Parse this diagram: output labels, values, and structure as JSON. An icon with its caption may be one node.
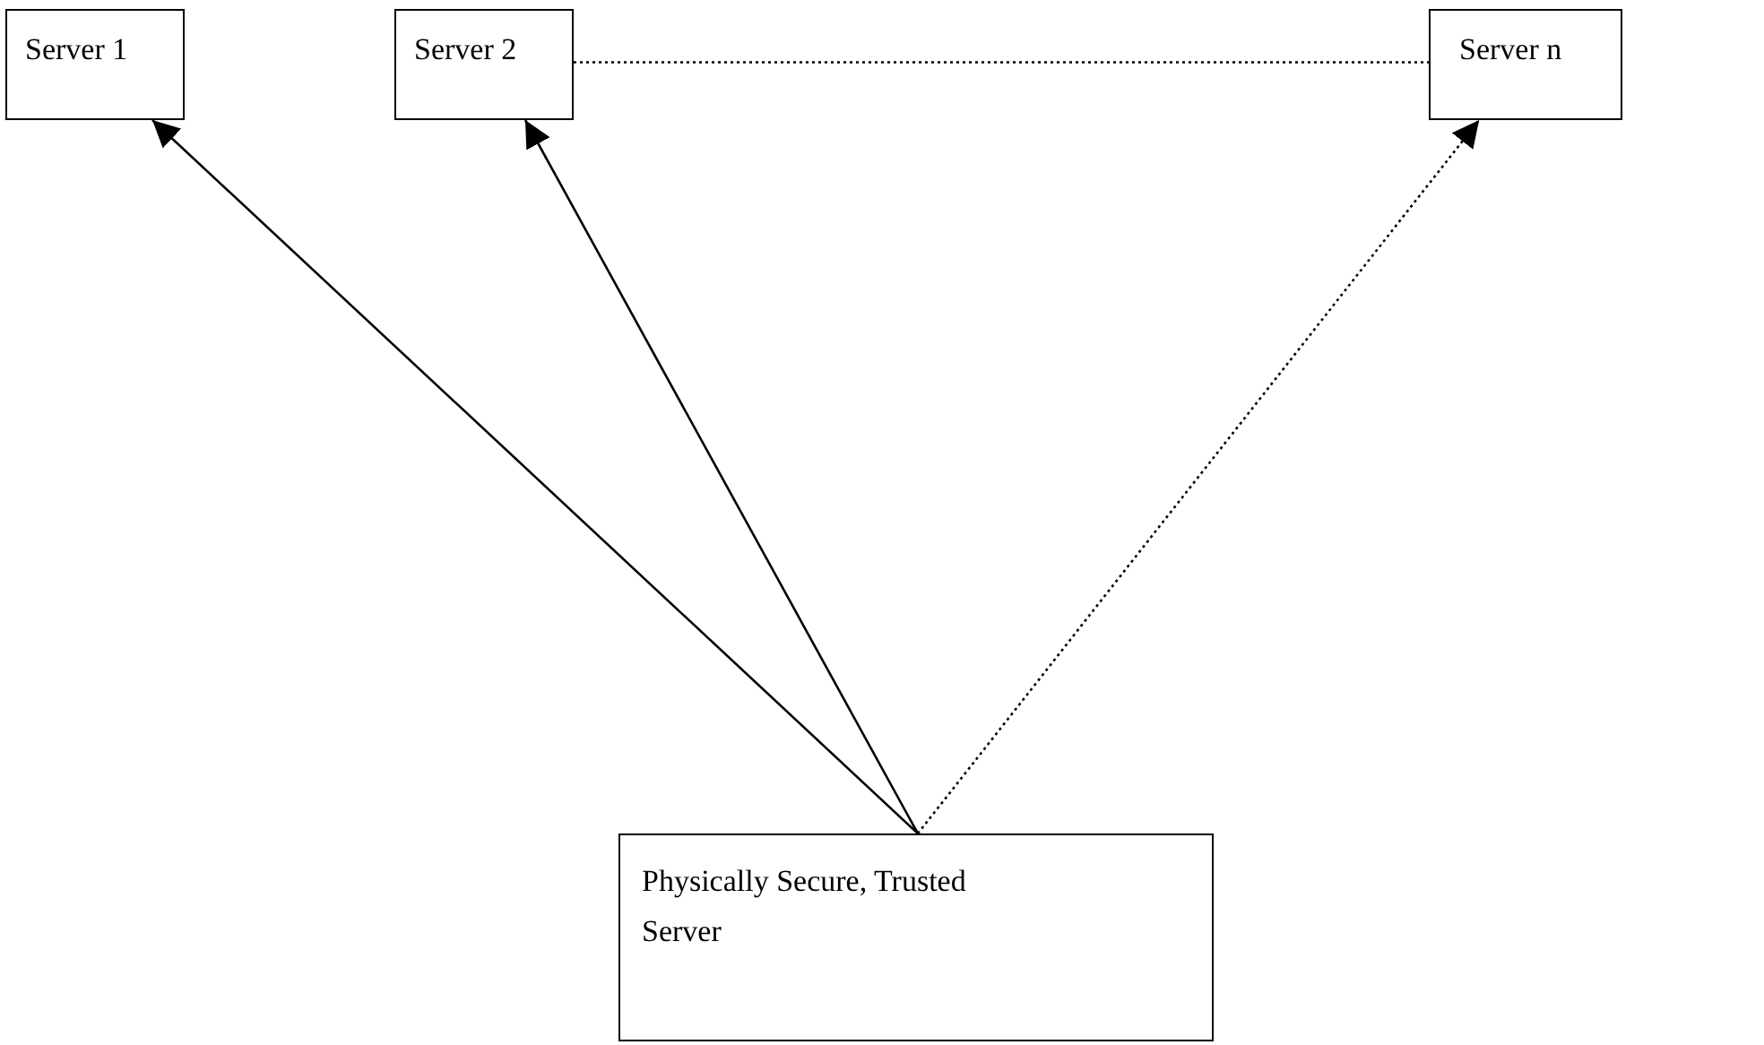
{
  "diagram": {
    "nodes": [
      {
        "text": [
          "Server 1"
        ]
      },
      {
        "text": [
          "Server 2"
        ]
      },
      {
        "text": [
          "Server n"
        ]
      },
      {
        "text": [
          "Physically Secure, Trusted Server"
        ]
      }
    ],
    "edges": [
      {
        "from": 3,
        "to": 0,
        "arrow": "to"
      },
      {
        "from": 3,
        "to": 1,
        "arrow": "to"
      },
      {
        "from": 3,
        "to": 2,
        "arrow": "to",
        "style": "dashed"
      },
      {
        "from": 1,
        "to": 2,
        "arrow": "none",
        "style": "dashed"
      }
    ]
  }
}
